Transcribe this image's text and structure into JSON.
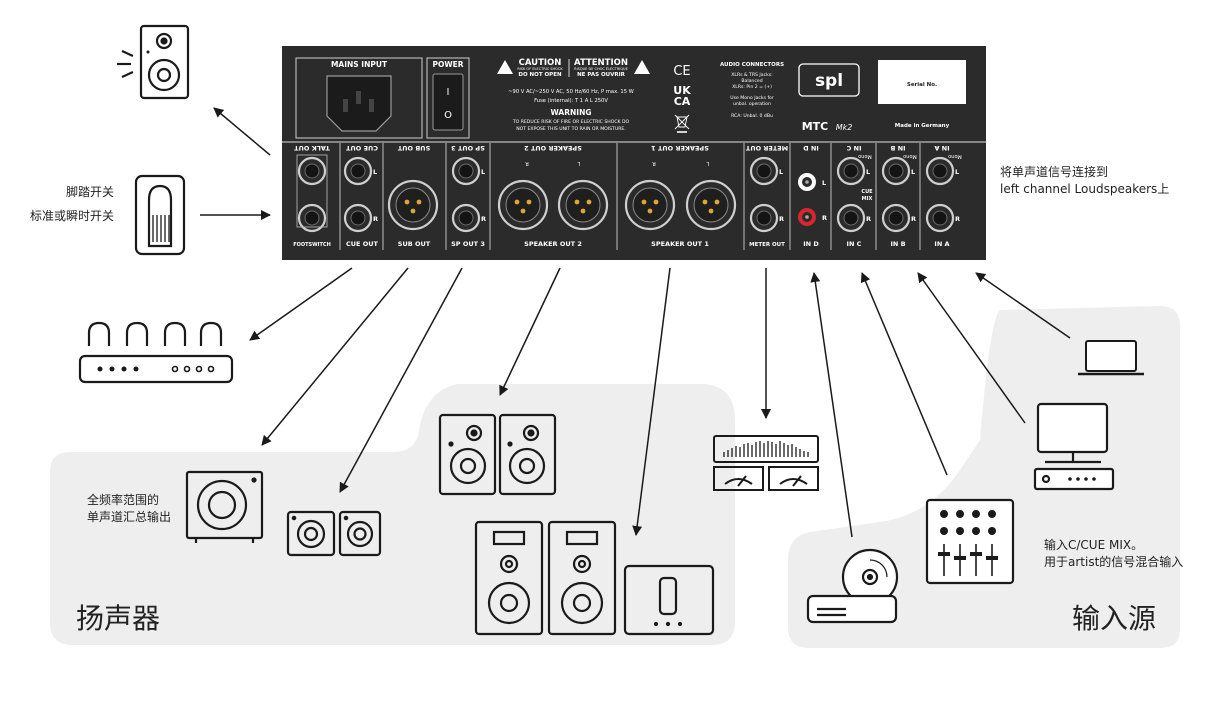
{
  "panel": {
    "mains_input": "MAINS INPUT",
    "power": "POWER",
    "power_i": "I",
    "power_o": "O",
    "caution": "CAUTION",
    "caution_sub1": "RISK OF ELECTRIC SHOCK",
    "caution_sub2": "DO NOT OPEN",
    "attention": "ATTENTION",
    "attention_sub1": "RISQUE DE CHOC ÉLECTRIQUE",
    "attention_sub2": "NE PAS OUVRIR",
    "voltage": "~90 V AC/~250 V AC, 50 Hz/60 Hz, P max. 15 W",
    "fuse": "Fuse (internal): T 1 A L 250V",
    "warning": "WARNING",
    "warning_line1": "TO REDUCE RISK OF FIRE OR ELECTRIC SHOCK DO",
    "warning_line2": "NOT EXPOSE THIS UNIT TO RAIN OR MOISTURE.",
    "ce": "CE",
    "ukca1": "UK",
    "ukca2": "CA",
    "audio_connectors": "AUDIO CONNECTORS",
    "ac_line1": "XLRs & TRS Jacks:",
    "ac_line2": "Balanced",
    "ac_line3": "XLRs: Pin 2 = (+)",
    "ac_line4": "Use Mono Jacks for",
    "ac_line5": "unbal. operation",
    "ac_line6": "RCA: Unbal. 0 dBu",
    "brand": "spl",
    "model": "MTC",
    "model_suffix": "Mk2",
    "serial": "Serial No.",
    "made_in": "Made in Germany",
    "top_labels": [
      "TALK OUT",
      "CUE OUT",
      "SUB OUT",
      "SP OUT 3",
      "SPEAKER OUT 2",
      "SPEAKER OUT 1",
      "METER OUT",
      "IN D",
      "IN C",
      "IN B",
      "IN A"
    ],
    "bottom_labels": [
      "FOOTSWITCH",
      "CUE OUT",
      "SUB OUT",
      "SP OUT 3",
      "SPEAKER OUT 2",
      "SPEAKER OUT 1",
      "METER OUT",
      "IN D",
      "IN C",
      "IN B",
      "IN A"
    ],
    "l": "L",
    "r": "R",
    "mono": "Mono",
    "cue_mix1": "CUE",
    "cue_mix2": "MIX"
  },
  "annotations": {
    "footswitch_line1": "脚踏开关",
    "footswitch_line2": "标准或瞬时开关",
    "right_line1": "将单声道信号连接到",
    "right_line2": "left channel Loudspeakers上",
    "sub_line1": "全频率范围的",
    "sub_line2": "单声道汇总输出",
    "cue_line1": "输入C/CUE MIX。",
    "cue_line2": "用于artist的信号混合输入"
  },
  "sections": {
    "speakers": "扬声器",
    "sources": "输入源"
  },
  "colors": {
    "panel": "#2b2b2b",
    "panel_text": "#ffffff",
    "region_fill": "#eeeeee",
    "icon_stroke": "#1a1a1a",
    "rca_red": "#d8262e"
  }
}
